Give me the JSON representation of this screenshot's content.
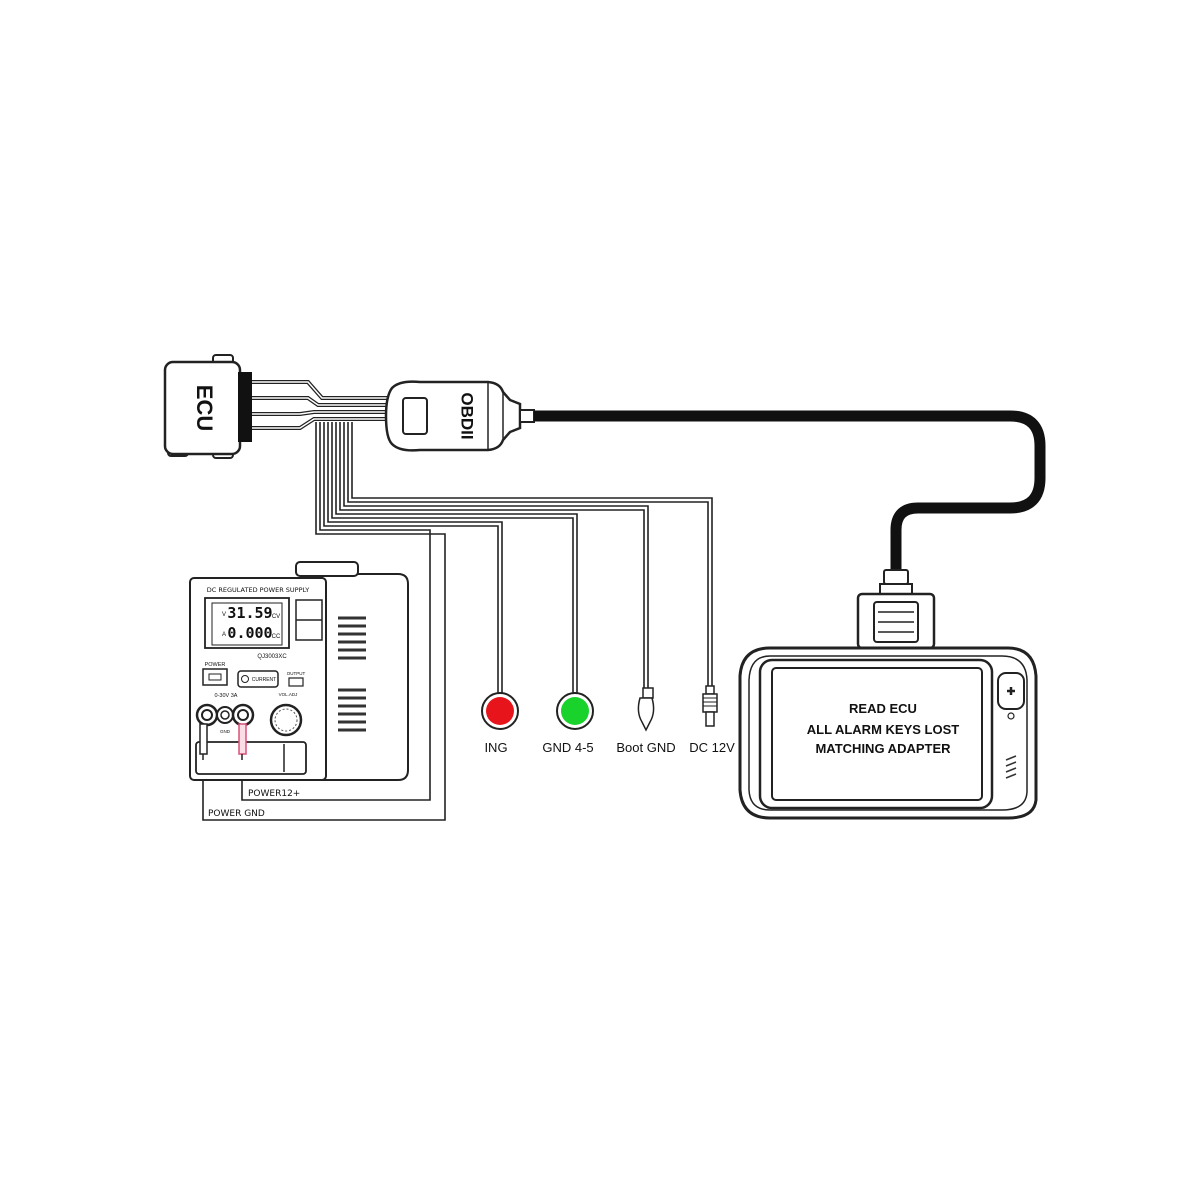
{
  "ecu": {
    "label": "ECU"
  },
  "obd": {
    "label": "OBDII"
  },
  "power_supply": {
    "brand_text": "DC REGULATED POWER SUPPLY",
    "voltage_reading": "31.59",
    "current_reading": "0.000",
    "v_unit": "V",
    "a_unit": "A",
    "cv_label": "CV",
    "cc_label": "CC",
    "model": "QJ3003XC",
    "power_label": "POWER",
    "current_label": "CURRENT",
    "output_label": "OUTPUT",
    "vol_adj_label": "VOL.ADJ",
    "range_label": "0-30V  3A",
    "gnd_label": "GND"
  },
  "wires": {
    "power_12": "POWER12+",
    "power_gnd": "POWER GND"
  },
  "connectors": [
    {
      "label": "ING",
      "color": "#e8141b"
    },
    {
      "label": "GND 4-5",
      "color": "#19d22c"
    },
    {
      "label": "Boot GND"
    },
    {
      "label": "DC 12V"
    }
  ],
  "device": {
    "screen_lines": [
      "READ ECU",
      "ALL ALARM KEYS LOST",
      "MATCHING ADAPTER"
    ]
  }
}
